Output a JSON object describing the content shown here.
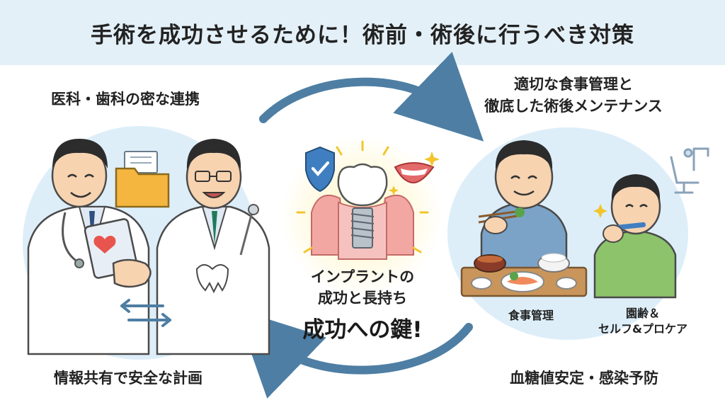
{
  "header": {
    "title": "手術を成功させるために！術前・術後に行うべき対策"
  },
  "labels": {
    "top_left": "医科・歯科の密な連携",
    "top_right_line1": "適切な食事管理と",
    "top_right_line2": "徹底した術後メンテナンス",
    "bottom_left": "情報共有で安全な計画",
    "bottom_right": "血糖値安定・感染予防"
  },
  "center": {
    "title_line1": "インプラントの",
    "title_line2": "成功と長持ち",
    "key": "成功への鍵!"
  },
  "right_scene": {
    "meal_label": "食事管理",
    "care_label_line1": "園齢＆",
    "care_label_line2": "セルフ&プロケア"
  },
  "colors": {
    "header_bg": "#e4f0f8",
    "circle_bg": "#ddeef9",
    "arrow": "#4e7ea3",
    "gum": "#f2a7a3",
    "shield": "#3f7fc1"
  }
}
